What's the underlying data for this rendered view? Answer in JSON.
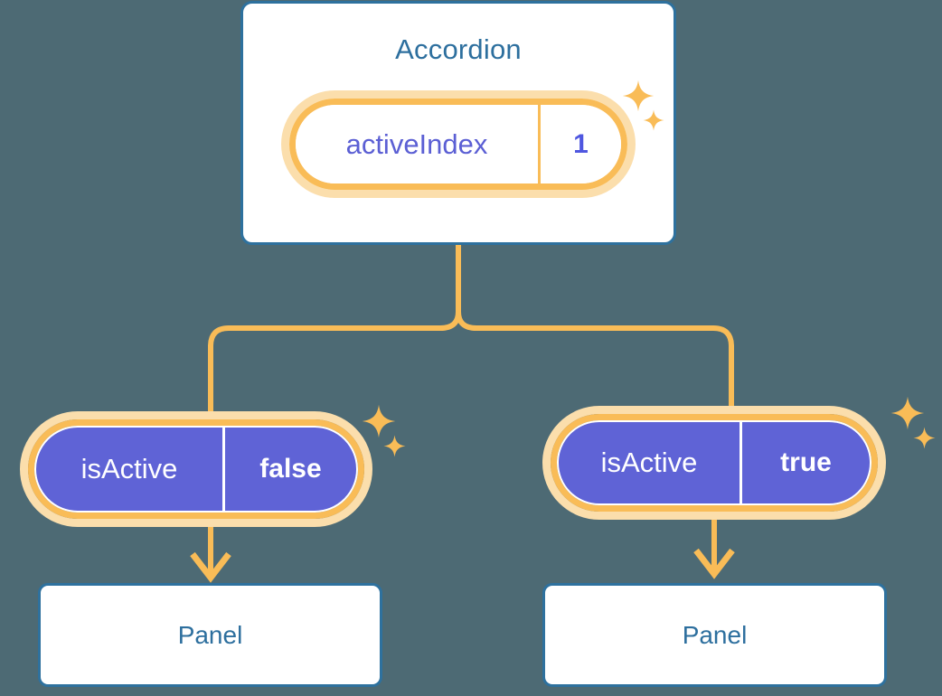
{
  "diagram": {
    "title_visible": false,
    "background_color": "#4d6a74",
    "accent_orange": "#f9bc57",
    "accent_orange_soft": "#fbdeac",
    "accent_blue": "#2e719e",
    "accent_purple": "#5f63d6"
  },
  "root": {
    "title": "Accordion",
    "state": {
      "key": "activeIndex",
      "value": "1"
    }
  },
  "branches": [
    {
      "prop": {
        "key": "isActive",
        "value": "false"
      },
      "child": {
        "title": "Panel"
      }
    },
    {
      "prop": {
        "key": "isActive",
        "value": "true"
      },
      "child": {
        "title": "Panel"
      }
    }
  ],
  "icons": {
    "sparkle": "sparkle-icon",
    "arrow": "arrow-down-icon"
  }
}
